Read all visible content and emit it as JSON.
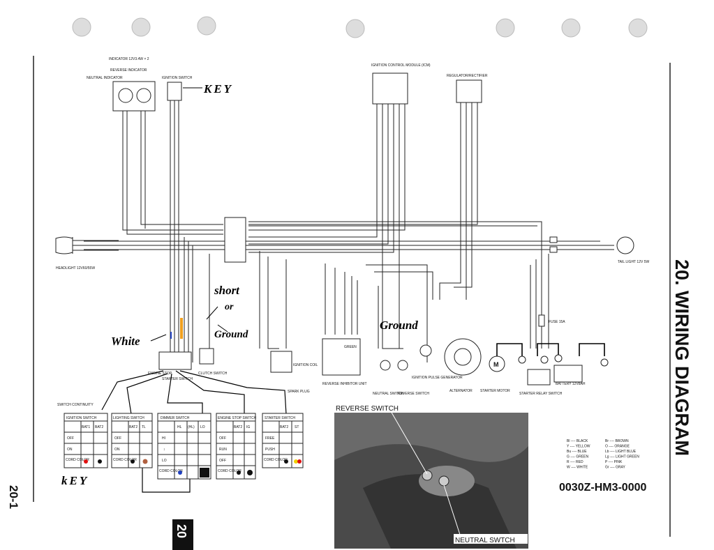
{
  "page": {
    "title": "20. WIRING DIAGRAM",
    "page_number": "20-1",
    "chapter_tab": "20",
    "part_number": "0030Z-HM3-0000"
  },
  "components": {
    "indicator_spec": "INDICATOR 12V3.4W × 2",
    "reverse_indicator": "REVERSE INDICATOR",
    "neutral_indicator": "NEUTRAL INDICATOR",
    "ignition_switch": "IGNITION SWITCH",
    "icm": "IGNITION CONTROL MODULE (ICM)",
    "regulator": "REGULATOR/RECTIFIER",
    "headlight": "HEADLIGHT 12V60/55W",
    "tail_light": "TAIL LIGHT 12V 5W",
    "fuse": "FUSE 15A",
    "engine_stop_switch": "ENGINE STOP",
    "starter_switch": "STARTER SWITCH",
    "clutch_switch": "CLUTCH SWITCH",
    "ignition_coil": "IGNITION COIL",
    "spark_plug": "SPARK PLUG",
    "reverse_inhibitor": "REVERSE INHIBITOR UNIT",
    "neutral_switch": "NEUTRAL SWITCH",
    "reverse_switch_small": "REVERSE SWITCH",
    "pulse_generator": "IGNITION PULSE GENERATOR",
    "alternator": "ALTERNATOR",
    "starter_motor": "STARTER MOTOR",
    "starter_relay": "STARTER RELAY SWITCH",
    "battery": "BATTERY 12V8AH",
    "green_label": "GREEN"
  },
  "annotations": {
    "key_top": "KEY",
    "key_bottom": "kEY",
    "white": "White",
    "short": "short",
    "or": "or",
    "ground_left": "Ground",
    "ground_right": "Ground"
  },
  "continuity": {
    "title": "SWITCH CONTINUITY",
    "ignition": {
      "name": "IGNITION SWITCH",
      "cols": [
        "BAT1",
        "BAT2"
      ],
      "rows": [
        "OFF",
        "ON"
      ],
      "color_label": "CORD COLOR"
    },
    "lighting": {
      "name": "LIGHTING SWITCH",
      "cols": [
        "BAT2",
        "TL"
      ],
      "rows": [
        "OFF",
        "ON"
      ],
      "color_label": "CORD COLOR"
    },
    "dimmer": {
      "name": "DIMMER SWITCH",
      "cols": [
        "HL",
        "(HL)",
        "LO"
      ],
      "rows": [
        "HI",
        "↕",
        "LO"
      ],
      "color_label": "CORD COLOR"
    },
    "engine_stop": {
      "name": "ENGINE STOP SWITCH",
      "cols": [
        "BAT2",
        "IG"
      ],
      "rows": [
        "OFF",
        "RUN",
        "OFF"
      ],
      "color_label": "CORD COLOR"
    },
    "starter": {
      "name": "STARTER SWITCH",
      "cols": [
        "BAT2",
        "ST"
      ],
      "rows": [
        "FREE",
        "PUSH"
      ],
      "color_label": "CORD COLOR"
    }
  },
  "photo": {
    "reverse_label": "REVERSE SWITCH",
    "neutral_label": "NEUTRAL SWTCH"
  },
  "legend": [
    {
      "code": "Bl",
      "name": "BLACK"
    },
    {
      "code": "Y",
      "name": "YELLOW"
    },
    {
      "code": "Bu",
      "name": "BLUE"
    },
    {
      "code": "G",
      "name": "GREEN"
    },
    {
      "code": "R",
      "name": "RED"
    },
    {
      "code": "W",
      "name": "WHITE"
    },
    {
      "code": "Br",
      "name": "BROWN"
    },
    {
      "code": "O",
      "name": "ORANGE"
    },
    {
      "code": "Lb",
      "name": "LIGHT BLUE"
    },
    {
      "code": "Lg",
      "name": "LIGHT GREEN"
    },
    {
      "code": "P",
      "name": "PINK"
    },
    {
      "code": "Gr",
      "name": "GRAY"
    }
  ],
  "colors": {
    "ink": "#111111",
    "highlight_orange": "#f0a020",
    "marker_red": "#e01010",
    "marker_blue": "#2040c0",
    "marker_brown": "#b06040",
    "marker_yellow": "#f0d000"
  }
}
